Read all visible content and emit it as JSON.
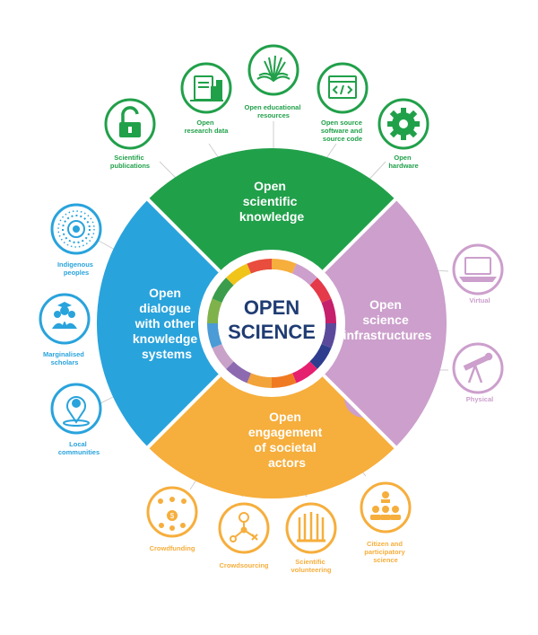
{
  "center": {
    "line1": "OPEN",
    "line2": "SCIENCE"
  },
  "segments": {
    "green": {
      "lines": [
        "Open",
        "scientific",
        "knowledge"
      ],
      "color": "#21a04a"
    },
    "purple": {
      "lines": [
        "Open",
        "science",
        "infrastructures"
      ],
      "color": "#cc9fcc"
    },
    "orange": {
      "lines": [
        "Open",
        "engagement",
        "of societal",
        "actors"
      ],
      "color": "#f6ae3c"
    },
    "blue": {
      "lines": [
        "Open",
        "dialogue",
        "with other",
        "knowledge",
        "systems"
      ],
      "color": "#29a3dc"
    }
  },
  "icons": {
    "publications": {
      "lines": [
        "Scientific",
        "publications"
      ],
      "icon": "open-padlock-icon"
    },
    "research_data": {
      "lines": [
        "Open",
        "research data"
      ],
      "icon": "data-chart-icon"
    },
    "edu_resources": {
      "lines": [
        "Open educational",
        "resources"
      ],
      "icon": "open-book-icon"
    },
    "source_software": {
      "lines": [
        "Open source",
        "software and",
        "source code"
      ],
      "icon": "code-window-icon"
    },
    "hardware": {
      "lines": [
        "Open",
        "hardware"
      ],
      "icon": "gear-icon"
    },
    "virtual": {
      "lines": [
        "Virtual"
      ],
      "icon": "laptop-icon"
    },
    "physical": {
      "lines": [
        "Physical"
      ],
      "icon": "telescope-icon"
    },
    "indigenous": {
      "lines": [
        "Indigenous",
        "peoples"
      ],
      "icon": "concentric-dots-icon"
    },
    "marginalised": {
      "lines": [
        "Marginalised",
        "scholars"
      ],
      "icon": "scholars-icon"
    },
    "local": {
      "lines": [
        "Local",
        "communities"
      ],
      "icon": "map-pin-people-icon"
    },
    "crowdfunding": {
      "lines": [
        "Crowdfunding"
      ],
      "icon": "money-network-icon"
    },
    "crowdsourcing": {
      "lines": [
        "Crowdsourcing"
      ],
      "icon": "network-icon"
    },
    "volunteering": {
      "lines": [
        "Scientific",
        "volunteering"
      ],
      "icon": "raised-hands-icon"
    },
    "participatory": {
      "lines": [
        "Citizen and",
        "participatory",
        "science"
      ],
      "icon": "audience-icon"
    }
  }
}
